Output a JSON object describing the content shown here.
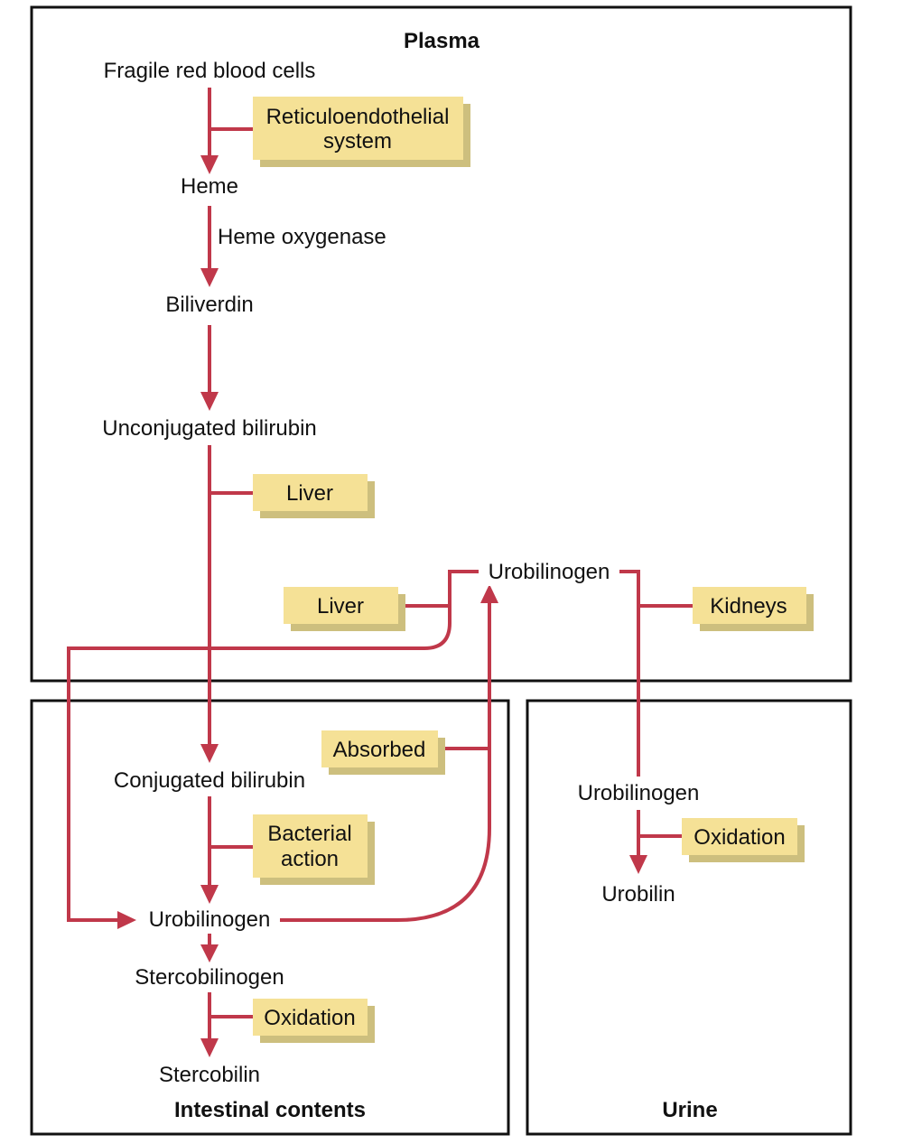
{
  "regions": {
    "plasma": "Plasma",
    "intestinal": "Intestinal contents",
    "urine": "Urine"
  },
  "nodes": {
    "rbc": "Fragile red blood cells",
    "heme": "Heme",
    "heme_oxygenase": "Heme oxygenase",
    "biliverdin": "Biliverdin",
    "unconjugated": "Unconjugated bilirubin",
    "urobilinogen_plasma": "Urobilinogen",
    "conjugated": "Conjugated bilirubin",
    "urobilinogen_intestine": "Urobilinogen",
    "stercobilinogen": "Stercobilinogen",
    "stercobilin": "Stercobilin",
    "urobilinogen_urine": "Urobilinogen",
    "urobilin": "Urobilin"
  },
  "tags": {
    "reticulo_line1": "Reticuloendothelial",
    "reticulo_line2": "system",
    "liver1": "Liver",
    "liver2": "Liver",
    "kidneys": "Kidneys",
    "absorbed": "Absorbed",
    "bacterial_line1": "Bacterial",
    "bacterial_line2": "action",
    "oxidation_intestine": "Oxidation",
    "oxidation_urine": "Oxidation"
  },
  "colors": {
    "flow": "#c0384a",
    "tag": "#f5e196",
    "tag_shadow": "#cdbf7e",
    "frame": "#111111"
  }
}
